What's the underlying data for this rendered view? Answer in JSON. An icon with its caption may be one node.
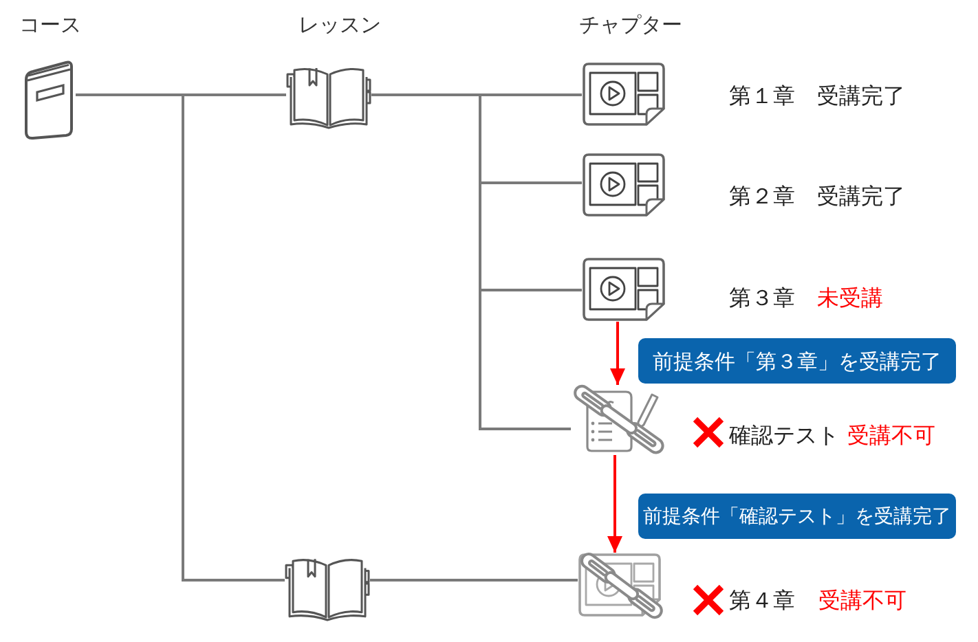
{
  "diagram": {
    "nodes": [
      {
        "text": [],
        "shape": "picture"
      },
      {
        "text": [],
        "shape": "picture"
      },
      {
        "text": [],
        "shape": "picture"
      },
      {
        "text": [],
        "shape": "picture",
        "beside": [
          "第１章",
          "受講完了"
        ]
      },
      {
        "text": [],
        "shape": "picture",
        "beside": [
          "第２章",
          "受講完了"
        ]
      },
      {
        "text": [],
        "shape": "picture",
        "beside": [
          "第３章",
          "未受講"
        ]
      },
      {
        "text": [],
        "shape": "picture",
        "beside": [
          "確認テスト",
          "受講不可"
        ]
      },
      {
        "text": [],
        "shape": "picture",
        "beside": [
          "第４章",
          "受講不可"
        ]
      },
      {
        "text": [
          "前提条件「第３章」を受講完了"
        ]
      },
      {
        "text": [
          "前提条件「確認テスト」を受講完了"
        ]
      }
    ],
    "edges": [
      {
        "from": 0,
        "to": 1,
        "arrow": "none"
      },
      {
        "from": 0,
        "to": 2,
        "arrow": "none"
      },
      {
        "from": 1,
        "to": 3,
        "arrow": "none"
      },
      {
        "from": 1,
        "to": 4,
        "arrow": "none"
      },
      {
        "from": 1,
        "to": 5,
        "arrow": "none"
      },
      {
        "from": 1,
        "to": 6,
        "arrow": "none"
      },
      {
        "from": 2,
        "to": 7,
        "arrow": "none"
      },
      {
        "from": 5,
        "to": 6,
        "arrow": "to",
        "color": "#ff0000"
      },
      {
        "from": 6,
        "to": 7,
        "arrow": "to",
        "color": "#ff0000"
      }
    ],
    "labels": [
      "コース",
      "レッスン",
      "チャプター"
    ]
  }
}
